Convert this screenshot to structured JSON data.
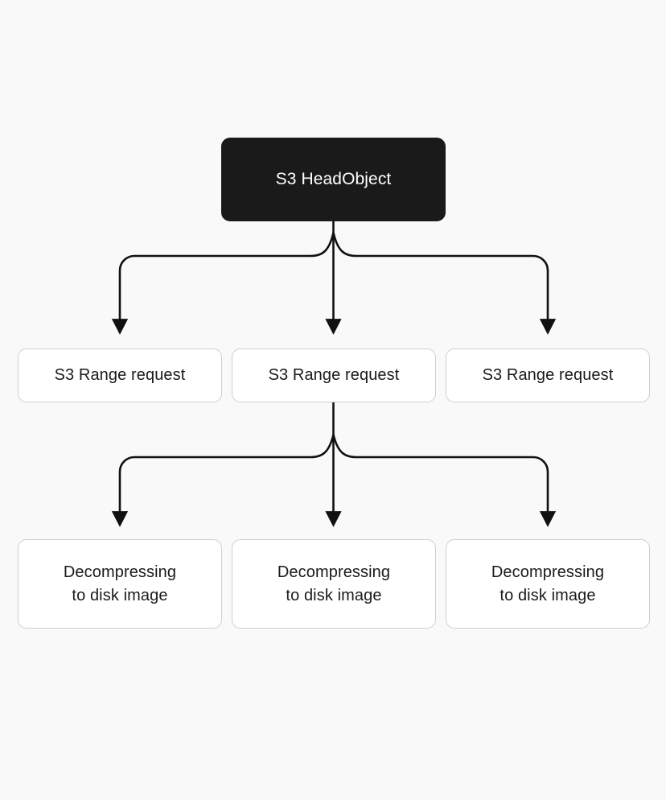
{
  "diagram": {
    "type": "flowchart",
    "orientation": "top-down",
    "background_color": "#f9f9f9",
    "root": {
      "label": "S3 HeadObject",
      "fill_color": "#1a1a1a",
      "text_color": "#ffffff"
    },
    "row_range_requests": [
      {
        "label": "S3 Range request"
      },
      {
        "label": "S3 Range request"
      },
      {
        "label": "S3 Range request"
      }
    ],
    "row_decompressing": [
      {
        "label": "Decompressing\nto disk image"
      },
      {
        "label": "Decompressing\nto disk image"
      },
      {
        "label": "Decompressing\nto disk image"
      }
    ],
    "node_style": {
      "leaf_fill_color": "#ffffff",
      "leaf_border_color": "#cfcfcf",
      "leaf_text_color": "#1a1a1a"
    },
    "connector_style": {
      "stroke_color": "#111111",
      "stroke_width": 2.6,
      "arrowhead": "solid-triangle"
    }
  }
}
